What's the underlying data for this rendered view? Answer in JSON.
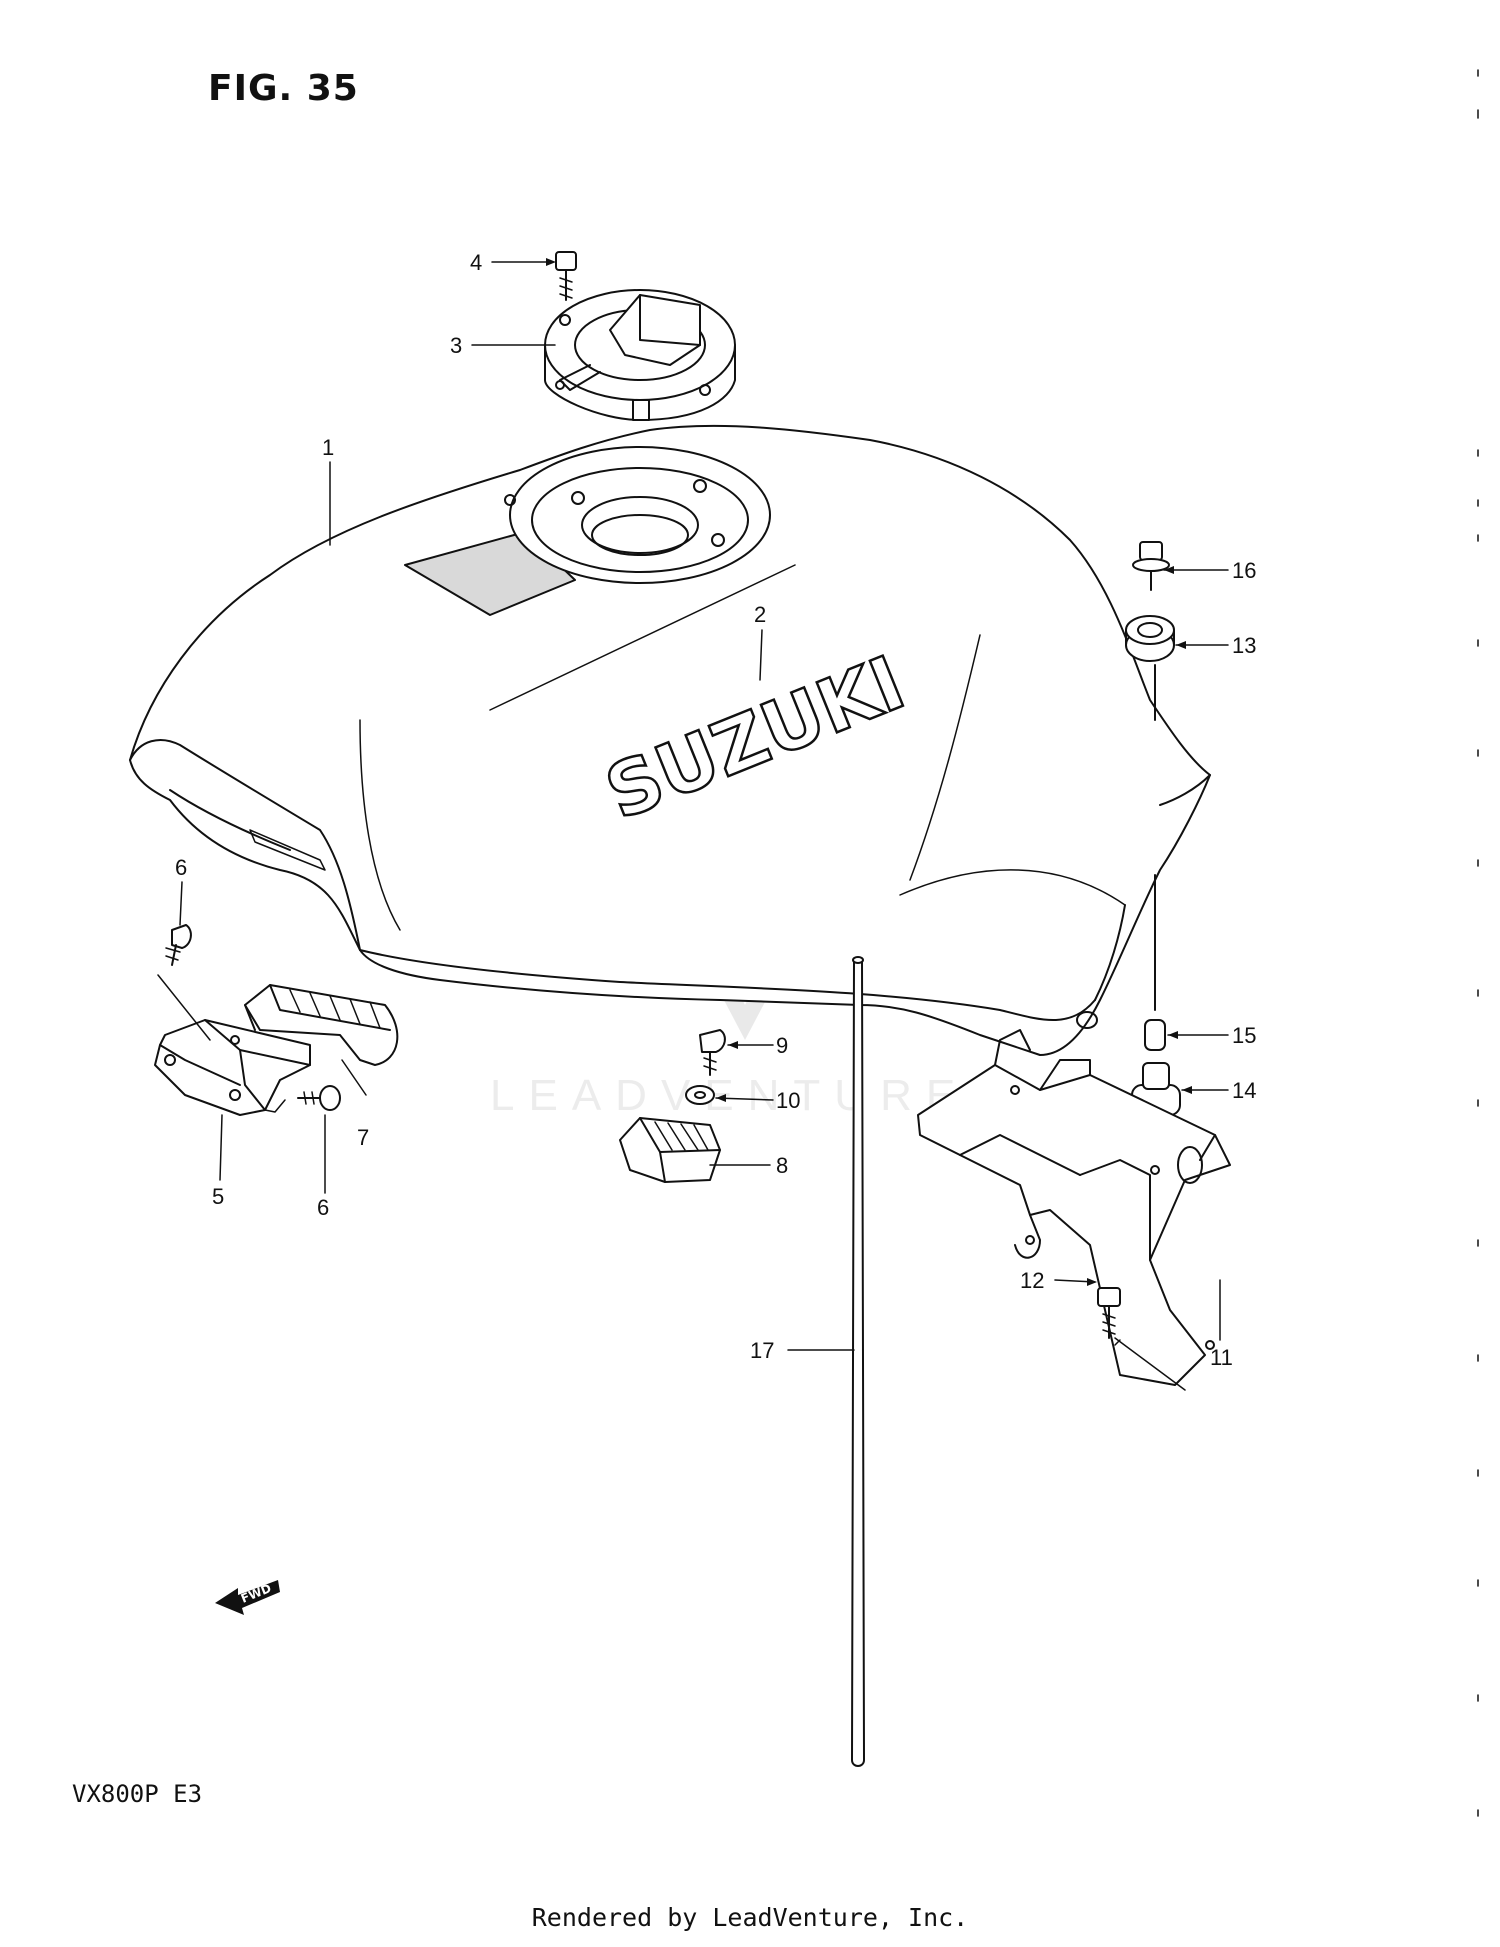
{
  "figure": {
    "title": "FIG. 35",
    "model_code": "VX800P  E3",
    "brand_decal": "SUZUKI",
    "fwd_label": "FWD"
  },
  "footer": "Rendered by LeadVenture, Inc.",
  "watermark": "LEADVENTURE",
  "callouts": [
    "1",
    "2",
    "3",
    "4",
    "5",
    "6",
    "6",
    "7",
    "8",
    "9",
    "10",
    "11",
    "12",
    "13",
    "14",
    "15",
    "16",
    "17"
  ]
}
